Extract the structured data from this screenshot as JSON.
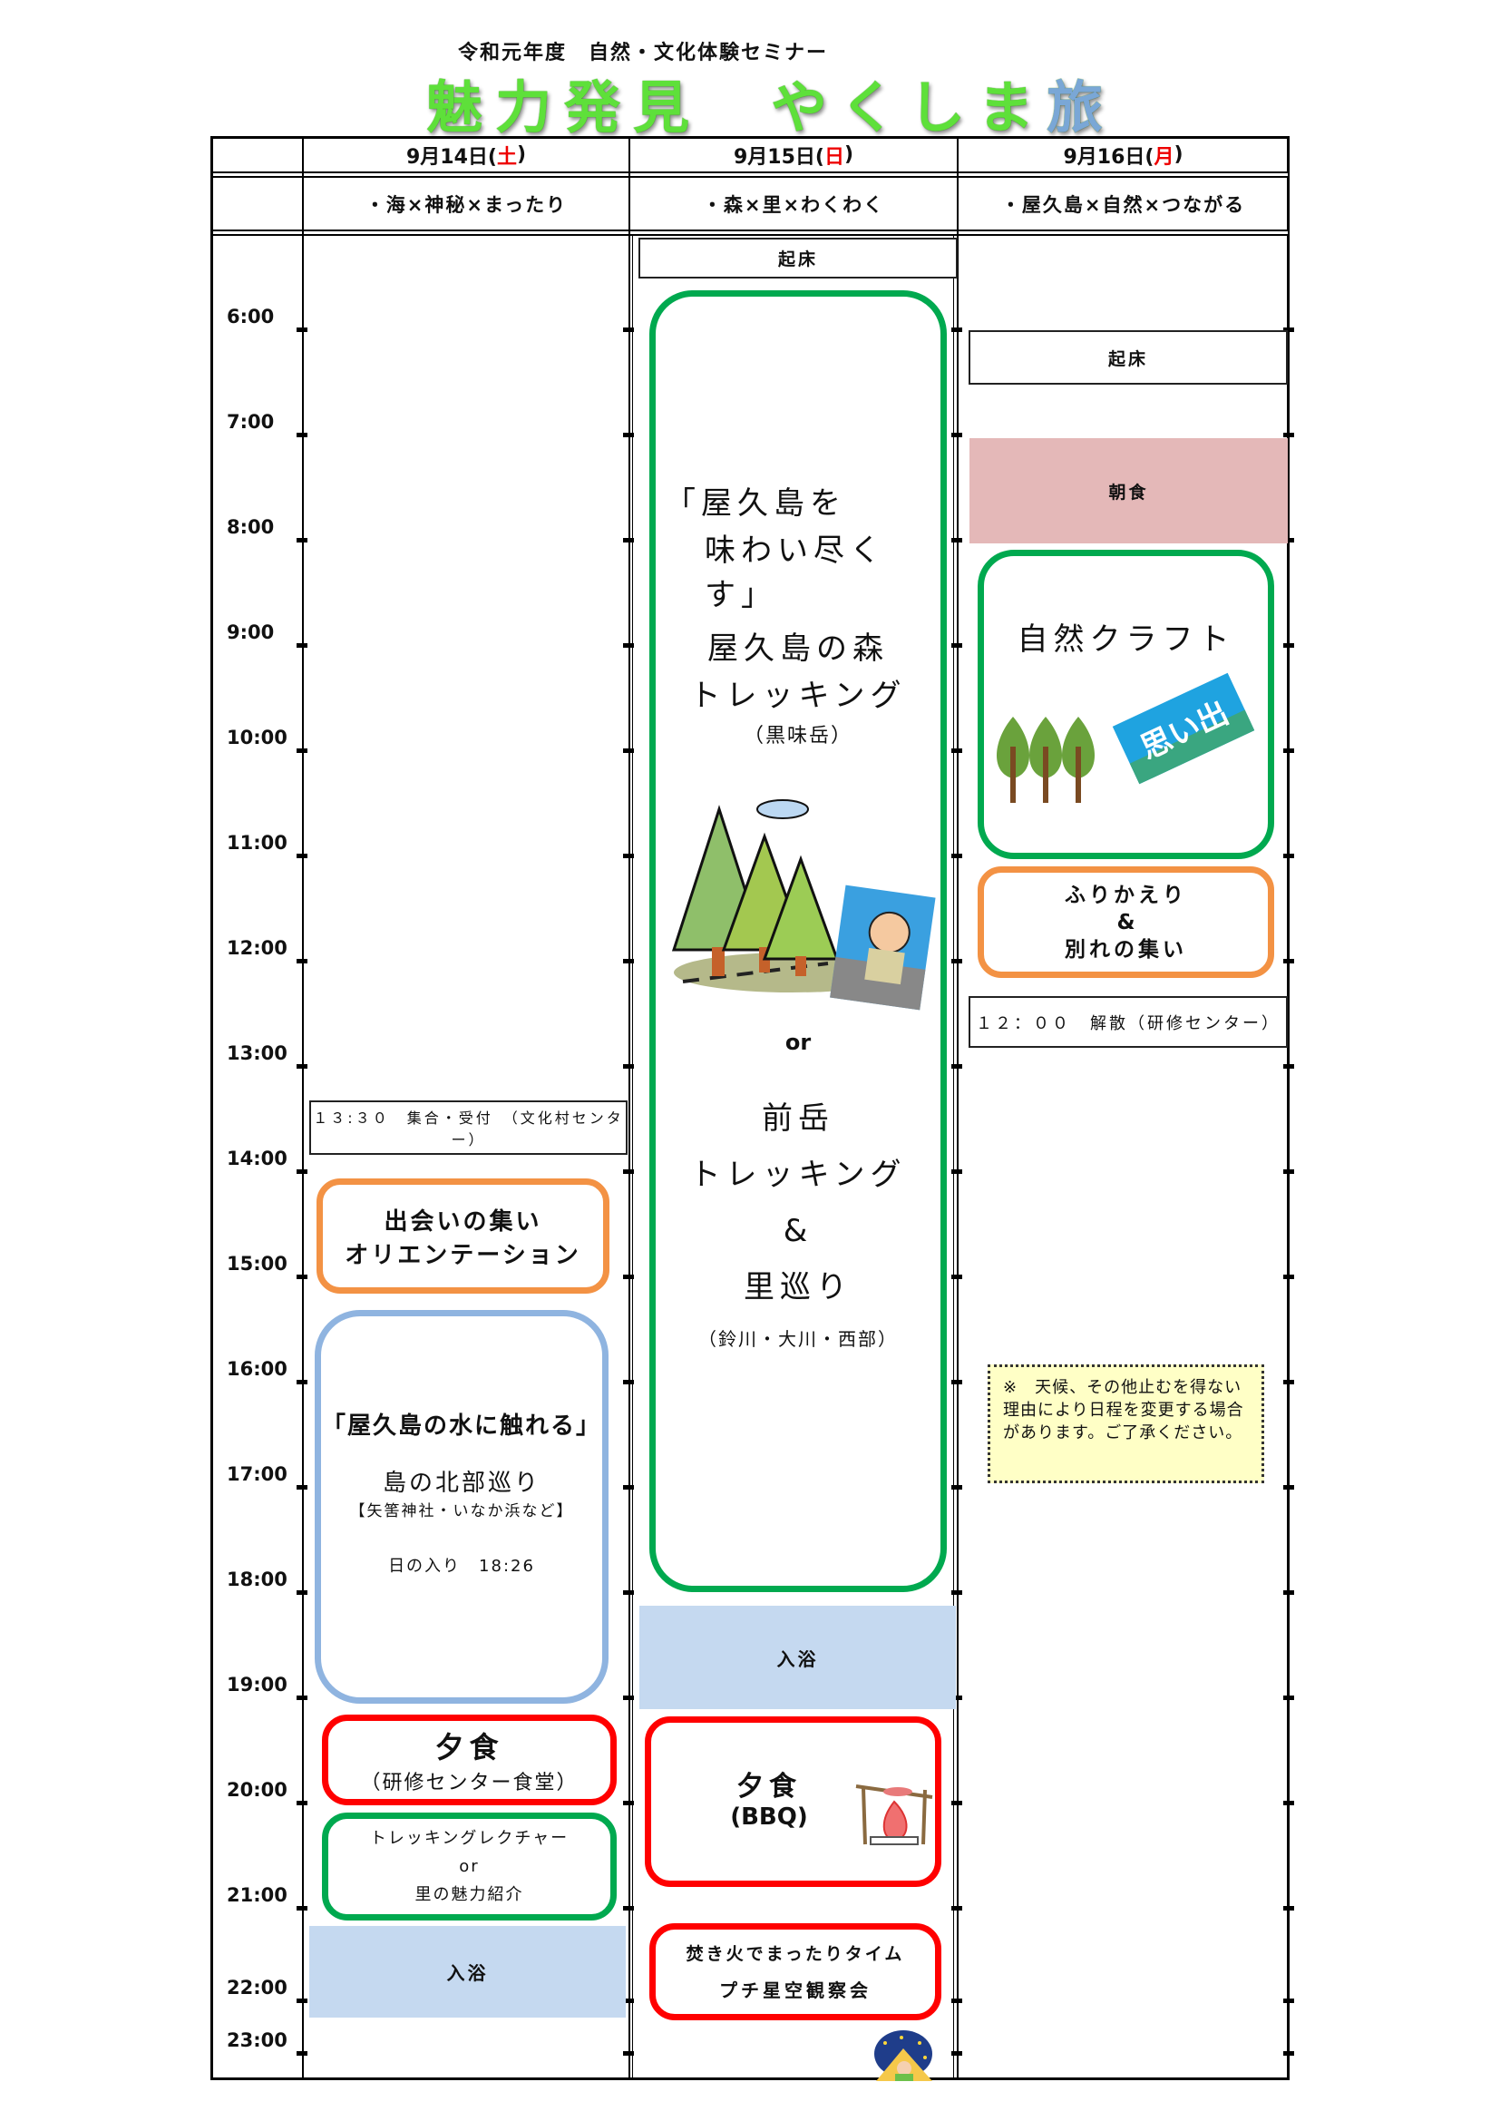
{
  "header": {
    "subtitle": "令和元年度　自然・文化体験セミナー",
    "banner_main": "魅力発見　やくしま",
    "banner_accent": "旅"
  },
  "days": [
    {
      "date_prefix": "9月14日(",
      "weekday": "土",
      "date_suffix": ")",
      "theme": "・海×神秘×まったり"
    },
    {
      "date_prefix": "9月15日(",
      "weekday": "日",
      "date_suffix": ")",
      "theme": "・森×里×わくわく"
    },
    {
      "date_prefix": "9月16日(",
      "weekday": "月",
      "date_suffix": ")",
      "theme": "・屋久島×自然×つながる"
    }
  ],
  "times": [
    "6:00",
    "7:00",
    "8:00",
    "9:00",
    "10:00",
    "11:00",
    "12:00",
    "13:00",
    "14:00",
    "15:00",
    "16:00",
    "17:00",
    "18:00",
    "19:00",
    "20:00",
    "21:00",
    "22:00",
    "23:00"
  ],
  "day1": {
    "gathering": "１３:３０　集合・受付　（文化村センター）",
    "orientation": {
      "line1": "出会いの集い",
      "line2": "オリエンテーション"
    },
    "water": {
      "title": "「屋久島の水に触れる」",
      "name": "島の北部巡り",
      "places": "【矢筈神社・いなか浜など】",
      "sunset": "日の入り　18:26"
    },
    "dinner": {
      "title": "夕食",
      "place": "（研修センター食堂）"
    },
    "lecture": {
      "line1": "トレッキングレクチャー",
      "or": "or",
      "line2": "里の魅力紹介"
    },
    "bath": "入浴"
  },
  "day2": {
    "wakeup": "起床",
    "trek": {
      "tagline1": "「屋久島を",
      "tagline2": "味わい尽くす」",
      "option1_line1": "屋久島の森",
      "option1_line2": "トレッキング",
      "option1_place": "（黒味岳）",
      "or": "or",
      "option2_line1": "前岳",
      "option2_line2": "トレッキング",
      "option2_amp": "&",
      "option2_line3": "里巡り",
      "option2_place": "（鈴川・大川・西部）"
    },
    "bath": "入浴",
    "dinner": {
      "title": "夕食",
      "place": "(BBQ)"
    },
    "bonfire": {
      "line1": "焚き火でまったりタイム",
      "line2": "プチ星空観察会"
    }
  },
  "day3": {
    "wakeup": "起床",
    "breakfast": "朝食",
    "craft": "自然クラフト",
    "craft_sign": "思い出",
    "reflection": {
      "line1": "ふりかえり",
      "amp": "&",
      "line2": "別れの集い"
    },
    "dismissal": "１２：００　解散（研修センター）",
    "note": "※　天候、その他止むを得ない理由により日程を変更する場合があります。ご了承ください。"
  },
  "colors": {
    "green": "#00a94f",
    "orange": "#f39244",
    "blue": "#8fb4e0",
    "red": "#ff0000",
    "pink": "#e4b8b8",
    "lightblue": "#c5d9f0",
    "note": "#ffffc6"
  }
}
